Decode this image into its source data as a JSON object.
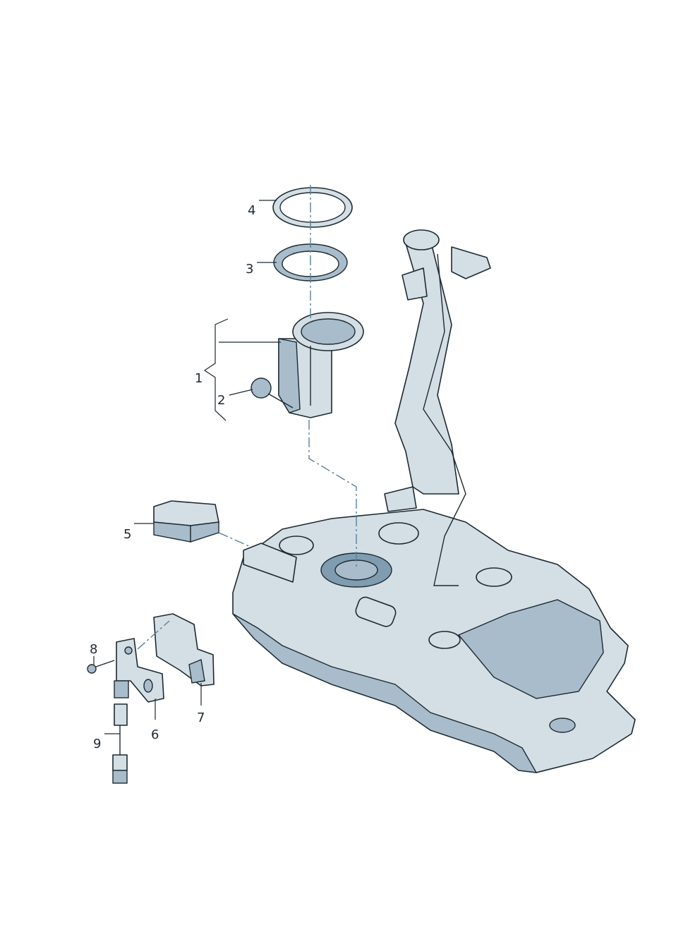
{
  "diagram": {
    "callouts": [
      {
        "number": "1",
        "part": "fuel-pump-module"
      },
      {
        "number": "2",
        "part": "fuel-level-sender"
      },
      {
        "number": "3",
        "part": "locking-ring"
      },
      {
        "number": "4",
        "part": "seal"
      },
      {
        "number": "5",
        "part": "control-unit"
      },
      {
        "number": "6",
        "part": "bracket"
      },
      {
        "number": "7",
        "part": "holder"
      },
      {
        "number": "8",
        "part": "screw"
      },
      {
        "number": "9",
        "part": "wiring-harness"
      }
    ],
    "colors": {
      "fill": "#d3dee5",
      "shade": "#a8bccb",
      "outline": "#1e2a31",
      "leader": "#5b8196"
    }
  }
}
